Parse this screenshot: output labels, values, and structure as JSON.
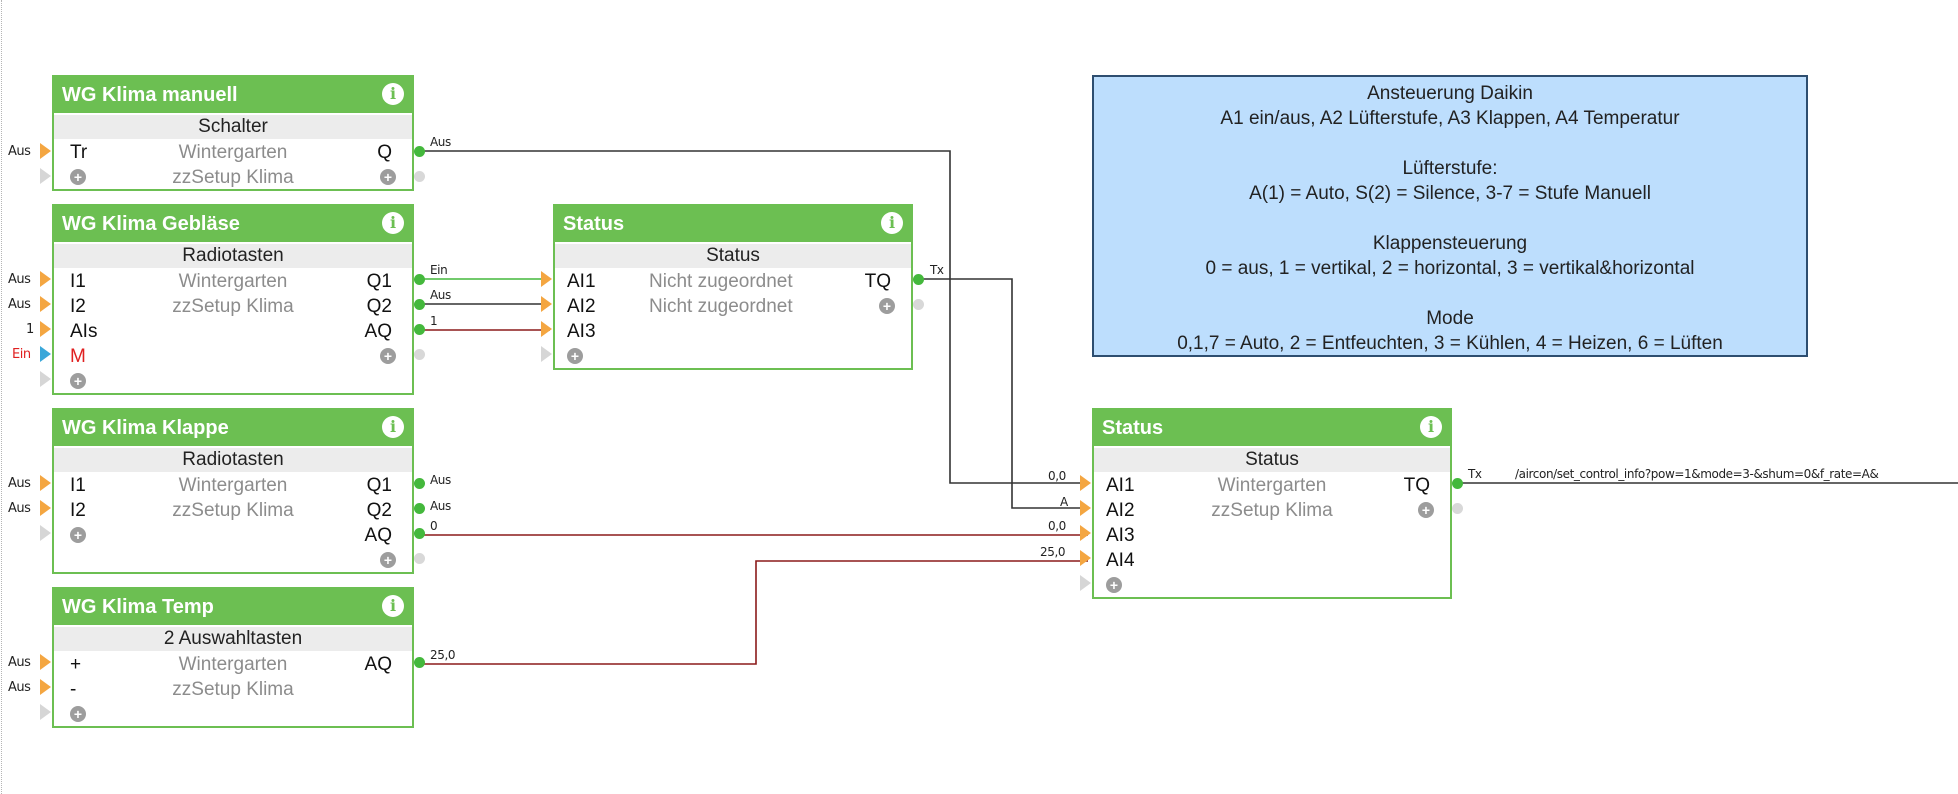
{
  "blocks": {
    "klima_manuell": {
      "title": "WG Klima manuell",
      "type": "Schalter",
      "in1": "Tr",
      "room": "Wintergarten",
      "out1": "Q",
      "setup": "zzSetup Klima",
      "ext_in1": "Aus"
    },
    "klima_geblaese": {
      "title": "WG Klima Gebläse",
      "type": "Radiotasten",
      "in1": "I1",
      "in2": "I2",
      "in3": "AIs",
      "in4": "M",
      "room": "Wintergarten",
      "setup": "zzSetup Klima",
      "out1": "Q1",
      "out2": "Q2",
      "out3": "AQ",
      "ext_in1": "Aus",
      "ext_in2": "Aus",
      "ext_in3": "1",
      "ext_in4": "Ein"
    },
    "status_mid": {
      "title": "Status",
      "type": "Status",
      "in1": "AI1",
      "in2": "AI2",
      "in3": "AI3",
      "desc1": "Nicht zugeordnet",
      "desc2": "Nicht zugeordnet",
      "out1": "TQ"
    },
    "klima_klappe": {
      "title": "WG Klima Klappe",
      "type": "Radiotasten",
      "in1": "I1",
      "in2": "I2",
      "room": "Wintergarten",
      "setup": "zzSetup Klima",
      "out1": "Q1",
      "out2": "Q2",
      "out3": "AQ",
      "ext_in1": "Aus",
      "ext_in2": "Aus"
    },
    "klima_temp": {
      "title": "WG Klima Temp",
      "type": "2 Auswahltasten",
      "in1": "+",
      "in2": "-",
      "room": "Wintergarten",
      "setup": "zzSetup Klima",
      "out1": "AQ",
      "ext_in1": "Aus",
      "ext_in2": "Aus"
    },
    "status_right": {
      "title": "Status",
      "type": "Status",
      "in1": "AI1",
      "in2": "AI2",
      "in3": "AI3",
      "in4": "AI4",
      "room": "Wintergarten",
      "setup": "zzSetup Klima",
      "out1": "TQ"
    }
  },
  "wire_labels": {
    "manuell_q": "Aus",
    "geblaese_q1": "Ein",
    "geblaese_q2": "Aus",
    "geblaese_aq": "1",
    "status_tq": "Tx",
    "klappe_q1": "Aus",
    "klappe_q2": "Aus",
    "klappe_aq": "0",
    "temp_aq": "25,0",
    "right_ai1": "0,0",
    "right_ai2": "A",
    "right_ai3": "0,0",
    "right_ai4": "25,0",
    "right_tq": "Tx",
    "right_tq_value": "/aircon/set_control_info?pow=1&mode=3-&shum=0&f_rate=A&"
  },
  "note": {
    "lines": [
      "Ansteuerung Daikin",
      "A1 ein/aus, A2 Lüfterstufe, A3 Klappen, A4 Temperatur",
      "",
      "Lüfterstufe:",
      "A(1) = Auto, S(2) = Silence, 3-7 = Stufe Manuell",
      "",
      "Klappensteuerung",
      "0 = aus, 1 = vertikal, 2 = horizontal, 3 = vertikal&horizontal",
      "",
      "Mode",
      "0,1,7 = Auto, 2 = Entfeuchten, 3 = Kühlen, 4 = Heizen, 6 = Lüften"
    ]
  },
  "icons": {
    "info": "info-icon",
    "add": "add-input-icon",
    "input_pin": "input-pin-icon",
    "output_pin": "output-pin-icon"
  },
  "colors": {
    "block_header": "#6cbf52",
    "note_bg": "#bddefd",
    "wire_green": "#44b83c",
    "wire_red": "#8b1a1a",
    "wire_dark": "#333333"
  }
}
